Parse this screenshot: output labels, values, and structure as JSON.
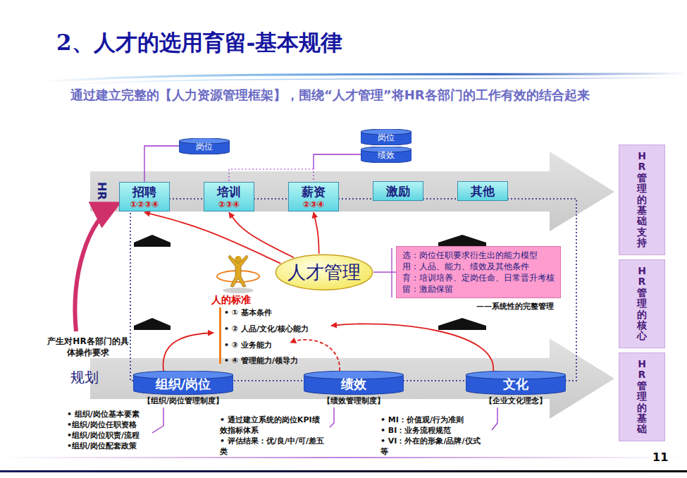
{
  "diagram": {
    "title": "2、人才的选用育留-基本规律",
    "nodes": [
      {
        "text": [
          "岗位"
        ]
      },
      {
        "text": [
          "岗位"
        ]
      },
      {
        "text": [
          "绩效"
        ]
      },
      {
        "text": [
          "招聘",
          "①②③④"
        ]
      },
      {
        "text": [
          "培训",
          "②③④"
        ]
      },
      {
        "text": [
          "薪资",
          "②③④"
        ]
      },
      {
        "text": [
          "激励"
        ]
      },
      {
        "text": [
          "其他"
        ]
      },
      {
        "text": [
          "HR管理的基础支持"
        ]
      },
      {
        "text": [
          "人才管理"
        ]
      },
      {
        "text": [
          "选：岗位任职要求衍生出的能力模型",
          "用：人品、能力、绩效及其他条件",
          "育：培训培养、定岗任命、日常晋升考核",
          "留：激励保留"
        ]
      },
      {
        "text": [
          "HR管理的核心"
        ]
      },
      {
        "text": [
          "组织/岗位",
          "【组织/岗位管理制度】"
        ]
      },
      {
        "text": [
          "绩效",
          "【绩效管理制度】"
        ]
      },
      {
        "text": [
          "文化",
          "【企业文化理念】"
        ]
      },
      {
        "text": [
          "HR管理的基础"
        ]
      }
    ],
    "edges": [
      {
        "from": 0,
        "to": 3,
        "arrow": "none"
      },
      {
        "from": 2,
        "to": 5,
        "arrow": "none"
      },
      {
        "from": 9,
        "to": 3,
        "arrow": "to"
      },
      {
        "from": 9,
        "to": 4,
        "arrow": "to"
      },
      {
        "from": 9,
        "to": 5,
        "arrow": "to"
      },
      {
        "from": 9,
        "to": 10,
        "arrow": "none"
      }
    ],
    "labels": [
      "通过建立完整的【人力资源管理框架】，围绕“人才管理”将HR各部门的工作有效的结合起来",
      "HR",
      "——系统性的完整管理",
      "人的标准",
      "• ① 基本条件",
      "• ② 人品/文化/核心能力",
      "• ③ 业务能力",
      "• ④ 管理能力/领导力",
      "产生对HR各部门的具体操作要求",
      "规划",
      "• 组织/岗位基本要素",
      "•组织/岗位任职资格",
      "•组织/岗位职责/流程",
      "•组织/岗位配套政策",
      "• 通过建立系统的岗位KPI绩效指标体系",
      "• 评估结果：优/良/中/可/差五类",
      "• MI：价值观/行为准则",
      "• BI：业务流程规范",
      "• VI：外在的形象/品牌/仪式等",
      "11"
    ]
  }
}
